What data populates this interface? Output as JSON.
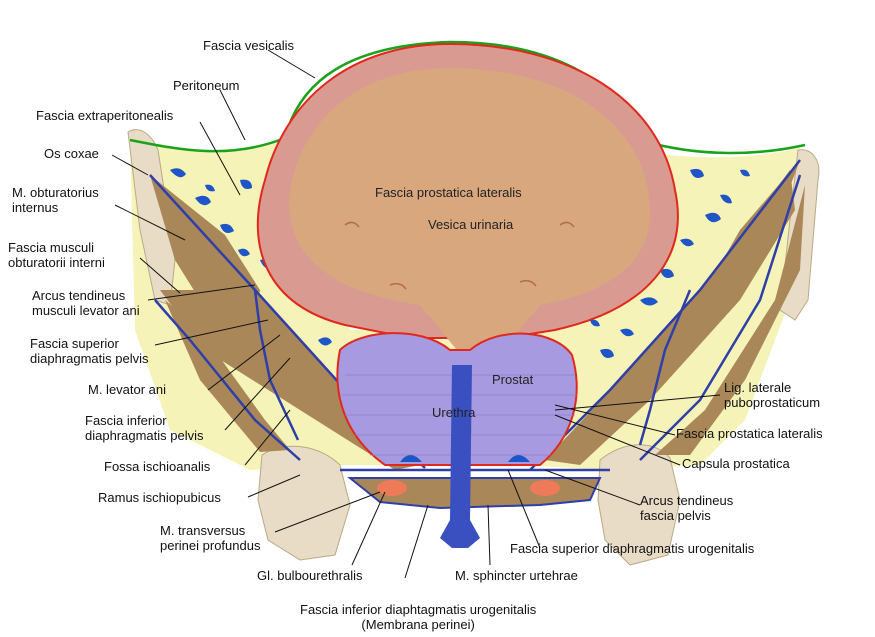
{
  "diagram": {
    "labels": {
      "fascia_vesicalis": "Fascia vesicalis",
      "peritoneum": "Peritoneum",
      "fascia_extraperitonealis": "Fascia extraperitonealis",
      "os_coxae": "Os coxae",
      "m_obturatorius_internus": "M. obturatorius\ninternus",
      "fascia_musculi_obturatorii_interni": "Fascia musculi\nobturatorii interni",
      "arcus_tendineus_levator": "Arcus tendineus\nmusculi levator ani",
      "fascia_superior_diaphragmatis_pelvis": "Fascia superior\ndiaphragmatis pelvis",
      "m_levator_ani": "M. levator ani",
      "fascia_inferior_diaphragmatis_pelvis": "Fascia inferior\ndiaphragmatis pelvis",
      "fossa_ischioanalis": "Fossa ischioanalis",
      "ramus_ischiopubicus": "Ramus ischiopubicus",
      "m_transversus_perinei": "M. transversus\nperinei profundus",
      "gl_bulbourethralis": "Gl. bulbourethralis",
      "fascia_inferior_urogenitalis": "Fascia inferior diaphtagmatis urogenitalis\n(Membrana perinei)",
      "m_sphincter": "M. sphincter urtehrae",
      "fascia_superior_urogenitalis": "Fascia superior diaphragmatis urogenitalis",
      "arcus_tendineus_fascia_pelvis": "Arcus tendineus\nfascia pelvis",
      "capsula_prostatica": "Capsula prostatica",
      "fascia_prostatica_lateralis_right": "Fascia prostatica lateralis",
      "lig_laterale_puboprostaticum": "Lig. laterale\npuboprostaticum",
      "fascia_prostatica_lateralis_inner": "Fascia prostatica lateralis",
      "vesica_urinaria": "Vesica urinaria",
      "prostat": "Prostat",
      "urethra": "Urethra"
    },
    "colors": {
      "fat": "#f6f3b8",
      "fat_veins": "#1e56c8",
      "bone": "#e8dcc6",
      "muscle": "#a98758",
      "bladder_wall": "#d99a92",
      "bladder_inner": "#d8a77e",
      "peritoneum_line": "#1aa31a",
      "capsule_line": "#e0281c",
      "fascia_line": "#2f3fa8",
      "prostate": "#a89ae0",
      "urethra": "#3a4fc0",
      "gland": "#ef7a5a"
    }
  }
}
